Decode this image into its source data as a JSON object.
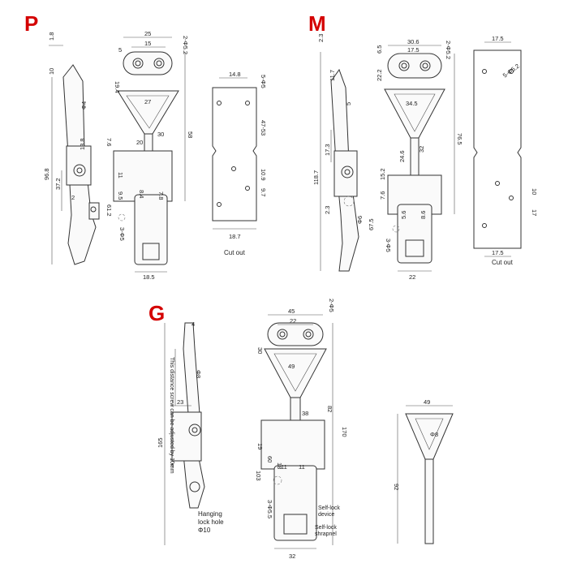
{
  "models": {
    "p": {
      "letter": "P"
    },
    "m": {
      "letter": "M"
    },
    "g": {
      "letter": "G"
    }
  },
  "p": {
    "side": {
      "d1": "1.8",
      "d2": "10",
      "d3": "Φ4",
      "d4": "13.8",
      "d5": "96.8",
      "d6": "37.2",
      "d7": "2"
    },
    "front": {
      "d1": "25",
      "d2": "15",
      "d3": "5",
      "d4": "2-Φ5.2",
      "d5": "19.4",
      "d6": "27",
      "d7": "58",
      "d8": "30",
      "d9": "20",
      "d10": "7.6",
      "d11": "11",
      "d12": "9.5",
      "d13": "61.2",
      "d14": "8.4",
      "d15": "7.8",
      "d16": "3-Φ5",
      "d17": "18.5"
    },
    "cutout": {
      "d1": "14.8",
      "d2": "5-Φ5",
      "d3": "47-53",
      "d4": "10.9",
      "d5": "9.7",
      "d6": "18.7",
      "label": "Cut out"
    }
  },
  "m": {
    "side": {
      "d1": "2.3",
      "d2": "11.7",
      "d3": "5",
      "d4": "17.3",
      "d5": "118.7",
      "d6": "2.3",
      "d7": "Φ6",
      "d8": "67.5"
    },
    "front": {
      "d1": "30.6",
      "d2": "17.5",
      "d3": "6.5",
      "d4": "2-Φ5.2",
      "d5": "22.2",
      "d6": "34.5",
      "d7": "76.5",
      "d8": "32",
      "d9": "24.6",
      "d10": "15.2",
      "d11": "7.6",
      "d12": "5.6",
      "d13": "8.6",
      "d14": "3-Φ5",
      "d15": "22"
    },
    "cutout": {
      "d1": "17.5",
      "d2": "5-Φ5.2",
      "d3": "10",
      "d4": "17",
      "d5": "17.5",
      "label": "Cut out"
    }
  },
  "g": {
    "side": {
      "d1": "4",
      "d2": "Φ8",
      "d3": "This distance screw can be adjusted by 10mm",
      "d4": "23",
      "d5": "165",
      "d6": "4",
      "hole1": "Hanging",
      "hole2": "lock hole",
      "hole3": "Φ10"
    },
    "front": {
      "d1": "45",
      "d2": "22",
      "d3": "2-Φ5",
      "d4": "30",
      "d5": "49",
      "d6": "82",
      "d7": "170",
      "d8": "38",
      "d9": "19",
      "d10": "60",
      "d11": "18",
      "d12": "11",
      "d13": "11",
      "d14": "103",
      "d15": "3-Φ5.5",
      "d16": "32",
      "lock1": "Self-lock",
      "lock2": "device",
      "shr1": "Self-lock",
      "shr2": "shrapnel"
    },
    "bolt": {
      "d1": "49",
      "d2": "Φ8",
      "d3": "92"
    }
  }
}
